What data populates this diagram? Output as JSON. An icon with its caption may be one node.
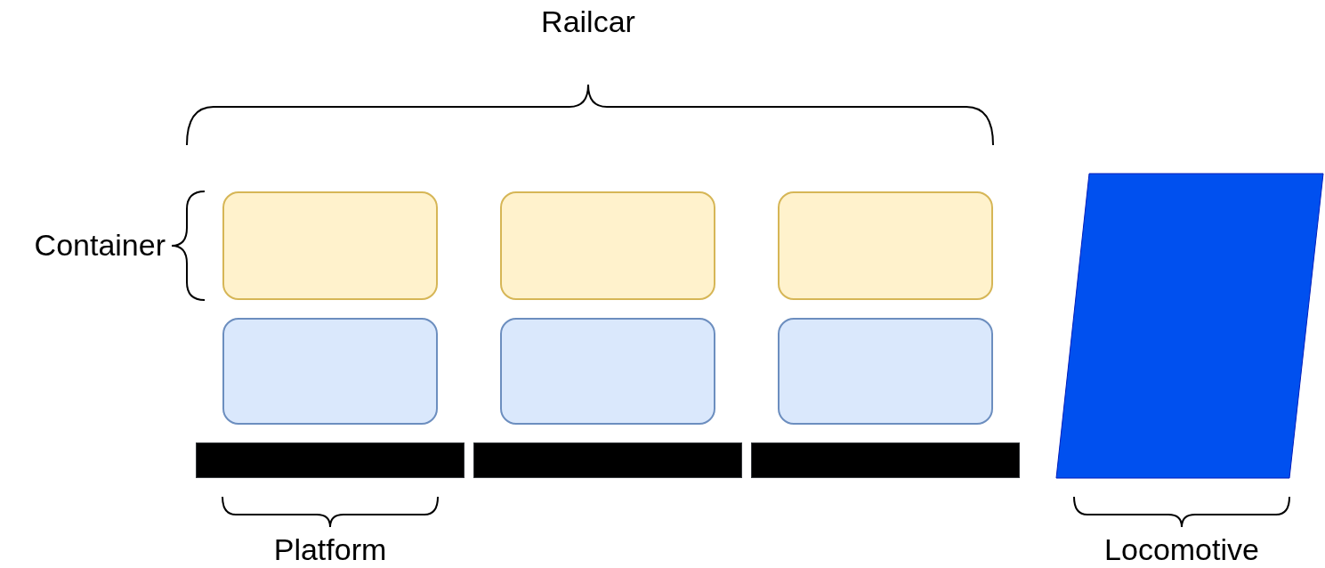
{
  "diagram": {
    "nodes": [
      {
        "text": [],
        "shape": "box"
      },
      {
        "text": [],
        "shape": "box"
      },
      {
        "text": [],
        "shape": "box"
      },
      {
        "text": [],
        "shape": "box"
      },
      {
        "text": [],
        "shape": "box"
      },
      {
        "text": [],
        "shape": "box"
      },
      {
        "text": [],
        "shape": "bar"
      },
      {
        "text": [],
        "shape": "bar"
      },
      {
        "text": [],
        "shape": "bar"
      },
      {
        "text": [],
        "shape": "parallelogram"
      }
    ],
    "edges": [],
    "labels": [
      "Railcar",
      "Container",
      "Platform",
      "Locomotive"
    ]
  }
}
